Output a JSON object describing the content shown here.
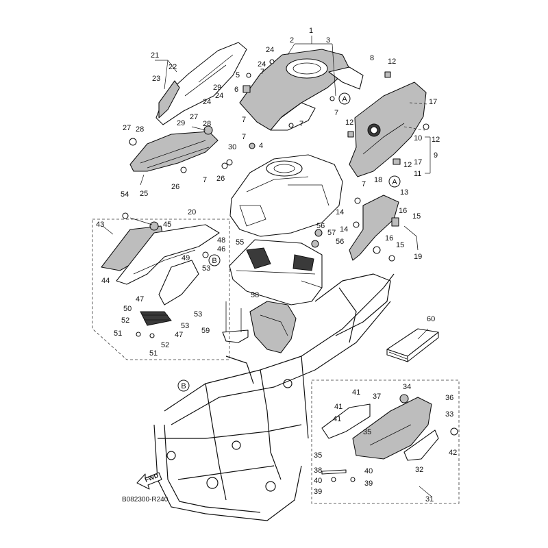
{
  "diagram": {
    "code": "B082300-R240",
    "fwd_label": "FWD",
    "reference_markers": [
      "A",
      "B"
    ],
    "callouts": [
      "1",
      "2",
      "3",
      "4",
      "5",
      "6",
      "7",
      "8",
      "9",
      "10",
      "11",
      "12",
      "13",
      "14",
      "15",
      "16",
      "17",
      "18",
      "19",
      "20",
      "21",
      "22",
      "23",
      "24",
      "25",
      "26",
      "27",
      "28",
      "29",
      "30",
      "31",
      "32",
      "33",
      "34",
      "35",
      "36",
      "37",
      "38",
      "39",
      "40",
      "41",
      "42",
      "43",
      "44",
      "45",
      "46",
      "47",
      "48",
      "49",
      "50",
      "51",
      "52",
      "53",
      "54",
      "55",
      "56",
      "57",
      "58",
      "59",
      "60"
    ]
  }
}
